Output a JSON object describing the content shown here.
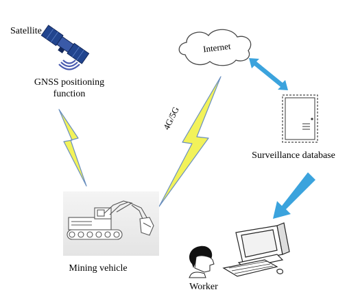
{
  "labels": {
    "satellite": "Satellite",
    "gnss_line1": "GNSS positioning",
    "gnss_line2": "function",
    "internet": "Internet",
    "network": "4G/5G",
    "database": "Surveillance database",
    "vehicle": "Mining vehicle",
    "worker": "Worker"
  },
  "colors": {
    "lightning_fill": "#f2f25a",
    "lightning_stroke": "#6a8fbf",
    "arrow": "#3ba3dd",
    "satellite_body": "#22458e",
    "signal": "#4a5bb0",
    "outline": "#333333"
  },
  "icons": [
    "satellite-icon",
    "cloud-icon",
    "server-icon",
    "excavator-icon",
    "computer-icon",
    "worker-icon"
  ]
}
